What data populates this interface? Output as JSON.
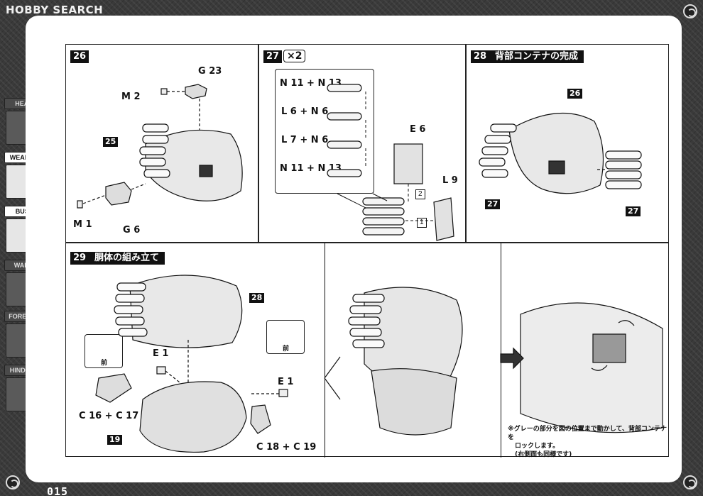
{
  "header": {
    "logo_text": "HOBBY SEARCH"
  },
  "page_number": "015",
  "side_tabs": [
    {
      "label": "HEAD",
      "active": false
    },
    {
      "label": "WEAPON",
      "active": true
    },
    {
      "label": "BUST",
      "active": true
    },
    {
      "label": "WAIST",
      "active": false
    },
    {
      "label": "FORELEG",
      "active": false
    },
    {
      "label": "HINDLEG",
      "active": false
    }
  ],
  "step26": {
    "number": "26",
    "labels": {
      "g23": "G 23",
      "m2": "M 2",
      "p25": "25",
      "m1": "M 1",
      "g6": "G 6"
    }
  },
  "step27": {
    "number": "27",
    "multiplier": "×2",
    "combos": [
      "N 11 + N 13",
      "L 6 + N 6",
      "L 7 + N 6",
      "N 11 + N 13"
    ],
    "labels": {
      "e6": "E 6",
      "l9": "L 9",
      "order1": "1",
      "order2": "2"
    }
  },
  "step28": {
    "number": "28",
    "title": "背部コンテナの完成",
    "labels": {
      "p26": "26",
      "p27a": "27",
      "p27b": "27"
    }
  },
  "step29": {
    "number": "29",
    "title": "胴体の組み立て",
    "labels": {
      "p28": "28",
      "e1a": "E 1",
      "e1b": "E 1",
      "c16c17": "C 16 + C 17",
      "c18c19": "C 18 + C 19",
      "p19": "19",
      "front_a": "前",
      "front_b": "前"
    },
    "note_lines": [
      "※グレーの部分を図の位置まで動かして、背部コンテナを",
      "ロックします。",
      "(右側面も同様です)"
    ]
  },
  "colors": {
    "frame": "#3a3a3a",
    "ink": "#111111",
    "paper": "#ffffff",
    "tab_active": "#ffffff",
    "tab_inactive": "#4a4a4a"
  }
}
